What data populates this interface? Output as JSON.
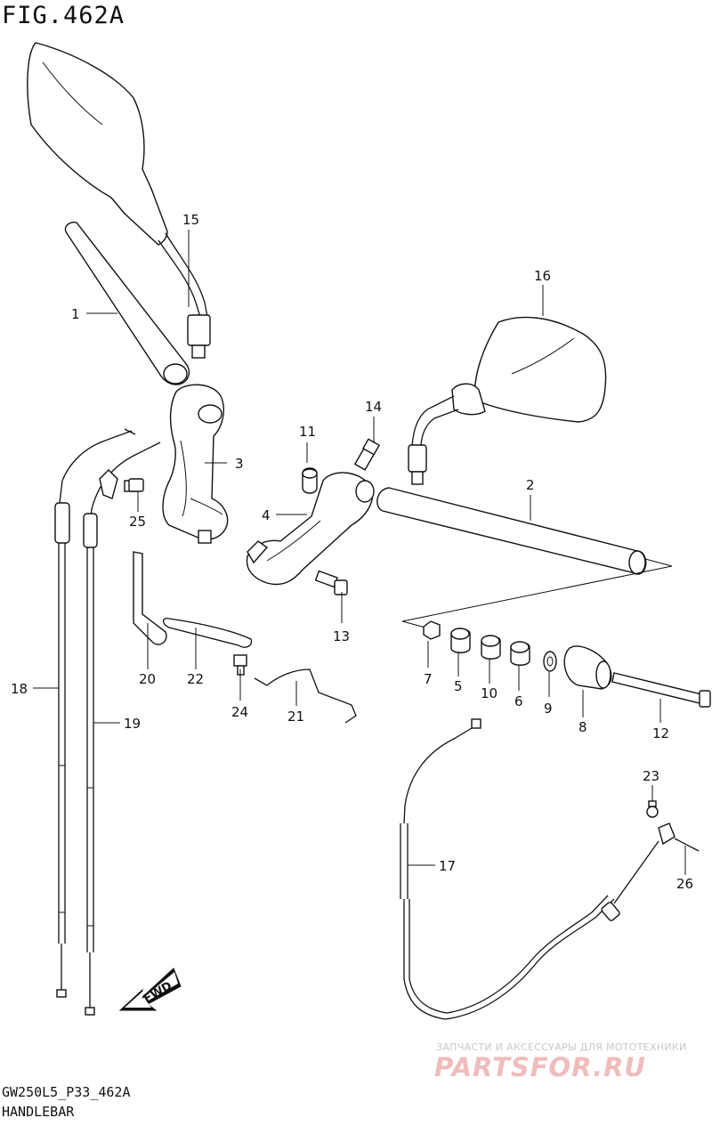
{
  "figure": {
    "title": "FIG.462A",
    "code": "GW250L5_P33_462A",
    "name": "HANDLEBAR"
  },
  "fwd_arrow_label": "FWD",
  "watermark": {
    "top_text": "ЗАПЧАСТИ И АКСЕССУАРЫ ДЛЯ МОТОТЕХНИКИ",
    "logo": "PARTSFOR.RU"
  },
  "callouts": {
    "c1": "1",
    "c2": "2",
    "c3": "3",
    "c4": "4",
    "c5": "5",
    "c6": "6",
    "c7": "7",
    "c8": "8",
    "c9": "9",
    "c10": "10",
    "c11": "11",
    "c12": "12",
    "c13": "13",
    "c14": "14",
    "c15": "15",
    "c16": "16",
    "c17": "17",
    "c18": "18",
    "c19": "19",
    "c20": "20",
    "c21": "21",
    "c22": "22",
    "c23": "23",
    "c24": "24",
    "c25": "25",
    "c26": "26"
  }
}
